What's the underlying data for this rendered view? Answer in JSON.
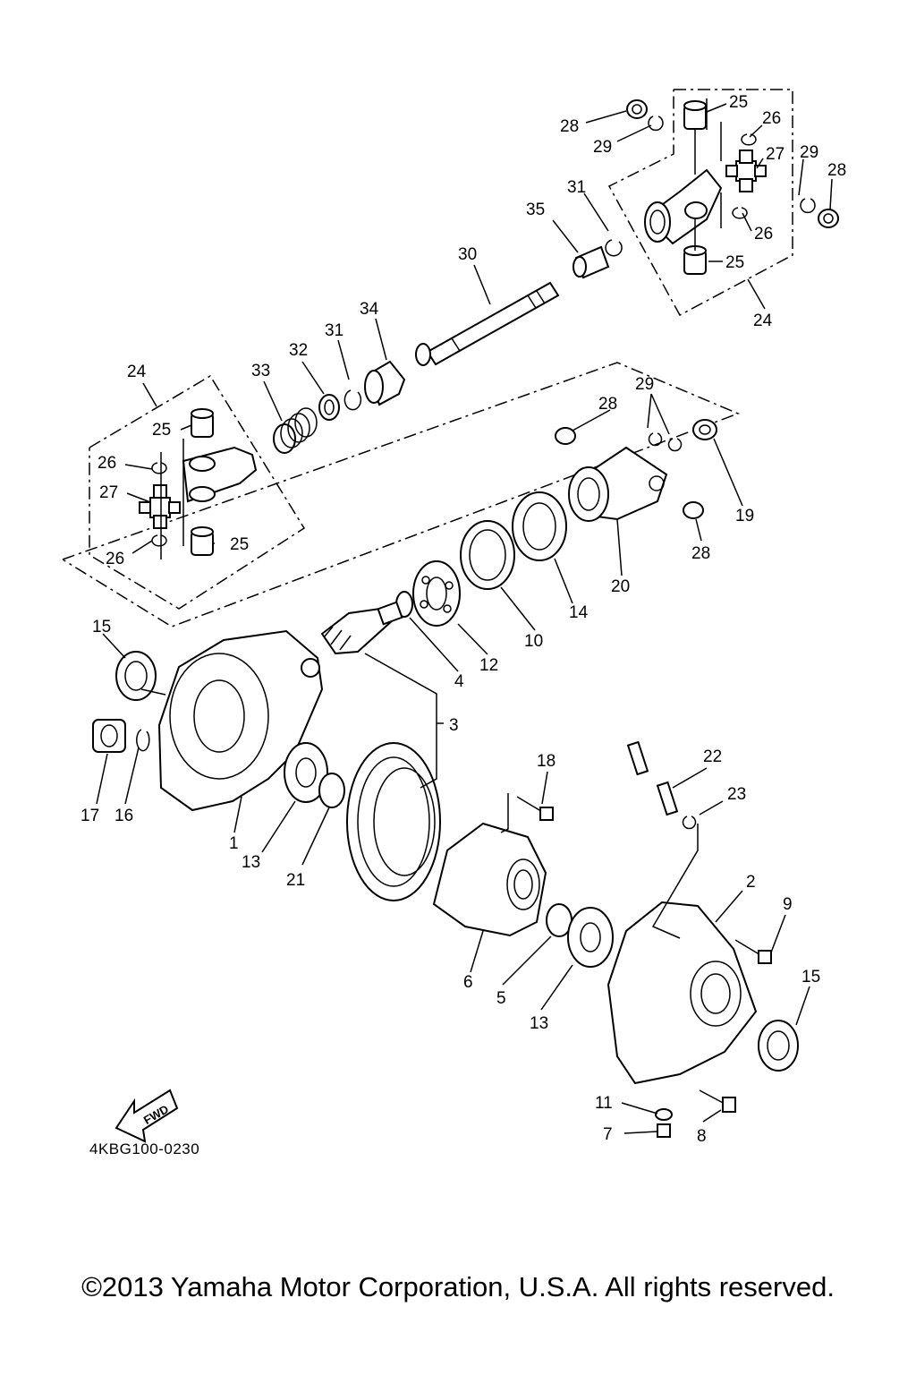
{
  "diagram_code": "4KBG100-0230",
  "copyright": "©2013 Yamaha Motor Corporation, U.S.A. All rights reserved.",
  "fwd_label": "FWD",
  "callouts": {
    "c1": "1",
    "c2": "2",
    "c3": "3",
    "c4": "4",
    "c5": "5",
    "c6": "6",
    "c7": "7",
    "c8": "8",
    "c9": "9",
    "c10": "10",
    "c11": "11",
    "c12": "12",
    "c13a": "13",
    "c13b": "13",
    "c14": "14",
    "c15a": "15",
    "c15b": "15",
    "c16": "16",
    "c17": "17",
    "c18": "18",
    "c19": "19",
    "c20": "20",
    "c21": "21",
    "c22": "22",
    "c23": "23",
    "c24a": "24",
    "c24b": "24",
    "c25a": "25",
    "c25b": "25",
    "c25c": "25",
    "c25d": "25",
    "c26a": "26",
    "c26b": "26",
    "c26c": "26",
    "c26d": "26",
    "c27a": "27",
    "c27b": "27",
    "c28a": "28",
    "c28b": "28",
    "c28c": "28",
    "c28d": "28",
    "c29a": "29",
    "c29b": "29",
    "c29c": "29",
    "c30": "30",
    "c31a": "31",
    "c31b": "31",
    "c32": "32",
    "c33": "33",
    "c34": "34",
    "c35": "35"
  }
}
